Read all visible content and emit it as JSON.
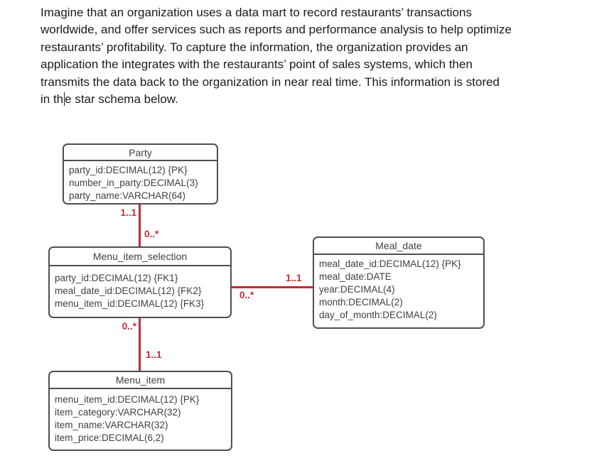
{
  "intro": {
    "lines": [
      "Imagine that an organization uses a data mart to record restaurants’ transactions",
      "worldwide, and offer services such as reports and performance analysis to help optimize",
      "restaurants’ profitability. To capture the information, the organization provides an",
      "application the integrates with the restaurants’ point of sales systems, which then",
      "transmits the data back to the organization in near real time. This information is stored"
    ],
    "last_line": {
      "before_caret": "in th",
      "after_caret": "e star schema below."
    }
  },
  "diagram": {
    "type": "star-schema-erd",
    "entities": [
      {
        "id": "party",
        "title": "Party",
        "attributes": [
          "party_id:DECIMAL(12) {PK}",
          "number_in_party:DECIMAL(3)",
          "party_name:VARCHAR(64)"
        ]
      },
      {
        "id": "menu_item_selection",
        "title": "Menu_item_selection",
        "attributes": [
          "party_id:DECIMAL(12) {FK1}",
          "meal_date_id:DECIMAL(12) {FK2}",
          "menu_item_id:DECIMAL(12) {FK3}"
        ]
      },
      {
        "id": "meal_date",
        "title": "Meal_date",
        "attributes": [
          "meal_date_id:DECIMAL(12) {PK}",
          "meal_date:DATE",
          "year:DECIMAL(4)",
          "month:DECIMAL(2)",
          "day_of_month:DECIMAL(2)"
        ]
      },
      {
        "id": "menu_item",
        "title": "Menu_item",
        "attributes": [
          "menu_item_id:DECIMAL(12) {PK}",
          "item_category:VARCHAR(32)",
          "item_name:VARCHAR(32)",
          "item_price:DECIMAL(6,2)"
        ]
      }
    ],
    "relationships": [
      {
        "from": "Party",
        "to": "Menu_item_selection",
        "from_cardinality": "1..1",
        "to_cardinality": "0..*"
      },
      {
        "from": "Meal_date",
        "to": "Menu_item_selection",
        "from_cardinality": "1..1",
        "to_cardinality": "0..*"
      },
      {
        "from": "Menu_item",
        "to": "Menu_item_selection",
        "from_cardinality": "1..1",
        "to_cardinality": "0..*"
      }
    ],
    "colors": {
      "connector": "#c42a38",
      "entity_border": "#4f4f4f",
      "entity_text": "#3f3f3f"
    }
  }
}
